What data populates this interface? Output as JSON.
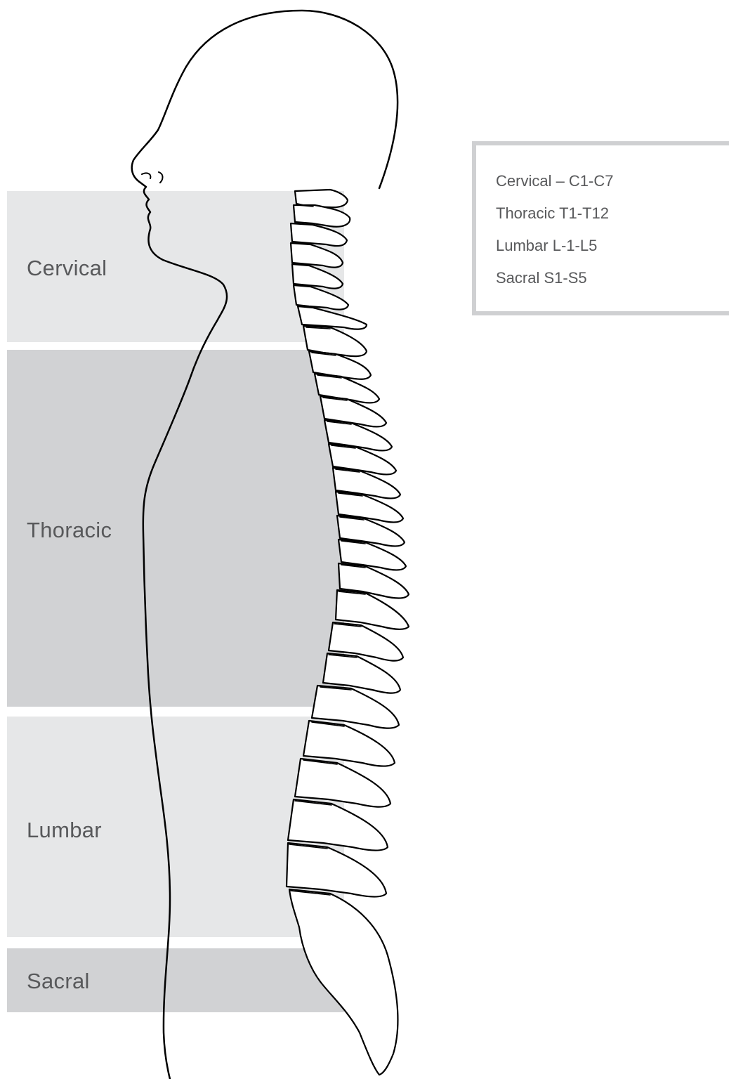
{
  "regions": {
    "cervical": {
      "label": "Cervical"
    },
    "thoracic": {
      "label": "Thoracic"
    },
    "lumbar": {
      "label": "Lumbar"
    },
    "sacral": {
      "label": "Sacral"
    }
  },
  "legend": {
    "items": [
      "Cervical – C1-C7",
      "Thoracic T1-T12",
      "Lumbar L-1-L5",
      "Sacral S1-S5"
    ]
  },
  "colors": {
    "band_light": "#e6e7e8",
    "band_dark": "#d1d2d4",
    "text": "#58595b",
    "legend_border": "#cfd0d2",
    "outline": "#000000"
  }
}
